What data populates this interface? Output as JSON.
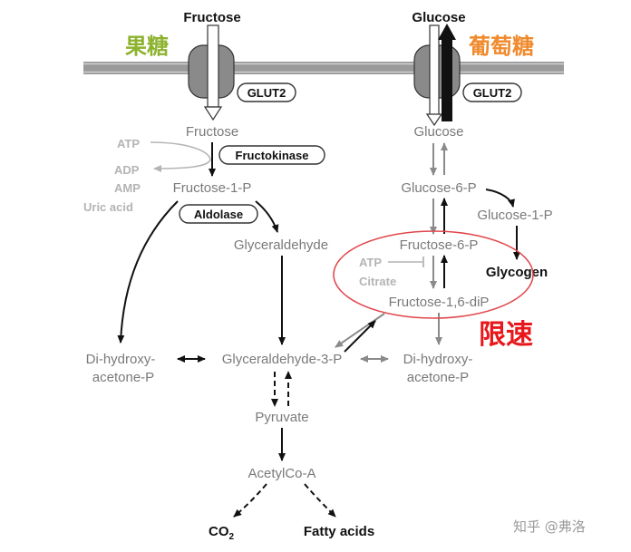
{
  "top": {
    "fructose_title": "Fructose",
    "glucose_title": "Glucose",
    "fructose_cn": "果糖",
    "glucose_cn": "葡萄糖",
    "glut2_left": "GLUT2",
    "glut2_right": "GLUT2"
  },
  "left_path": {
    "fructose": "Fructose",
    "atp": "ATP",
    "adp": "ADP",
    "amp": "AMP",
    "uric_acid": "Uric acid",
    "fructokinase": "Fructokinase",
    "fructose_1_p": "Fructose-1-P",
    "aldolase": "Aldolase",
    "glyceraldehyde": "Glyceraldehyde",
    "dhap_line1": "Di-hydroxy-",
    "dhap_line2": "acetone-P",
    "g3p": "Glyceraldehyde-3-P",
    "pyruvate": "Pyruvate",
    "acetylcoa": "AcetylCo-A",
    "co2": "CO",
    "co2_sub": "2",
    "fatty_acids": "Fatty acids"
  },
  "right_path": {
    "glucose": "Glucose",
    "g6p": "Glucose-6-P",
    "g1p": "Glucose-1-P",
    "f6p": "Fructose-6-P",
    "atp": "ATP",
    "citrate": "Citrate",
    "glycogen": "Glycogen",
    "f16dp": "Fructose-1,6-diP",
    "dhap_line1": "Di-hydroxy-",
    "dhap_line2": "acetone-P"
  },
  "rate_limiting": "限速",
  "watermark": "知乎 @弗洛",
  "colors": {
    "dark_arrow": "#111111",
    "gray_arrow": "#8a8a8a",
    "membrane": "#9a9a9a",
    "highlight_ellipse": "#e0474c",
    "green_label": "#8db22e",
    "orange_label": "#f08a2c",
    "red_label": "#e8171b"
  }
}
